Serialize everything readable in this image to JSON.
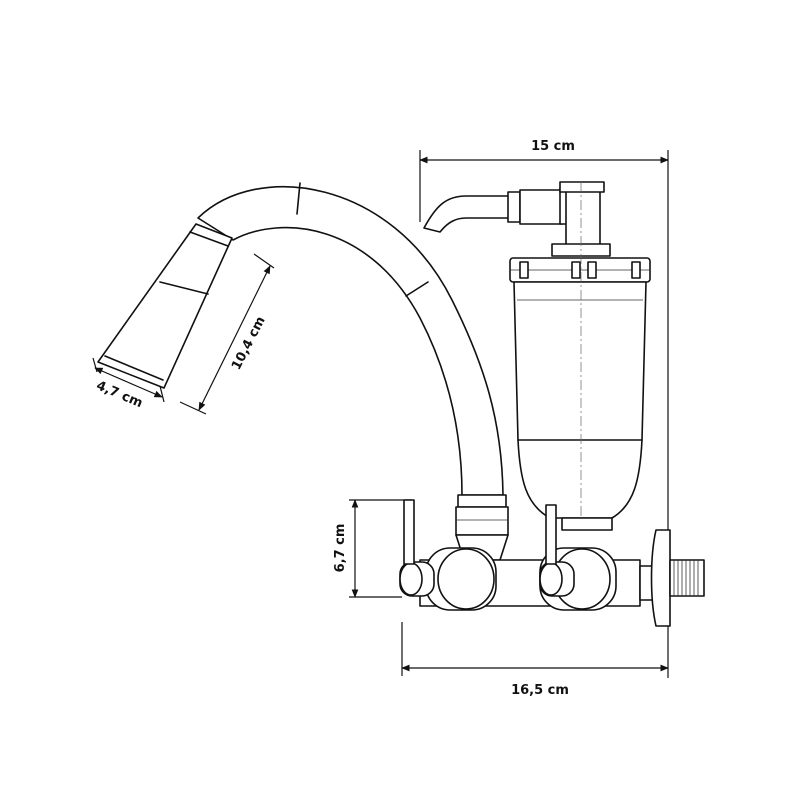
{
  "dimensions": {
    "top_width": "15 cm",
    "bottom_width": "16,5 cm",
    "spout_height": "10,4 cm",
    "spout_width": "4,7 cm",
    "lever_height": "6,7 cm"
  },
  "colors": {
    "line": "#111111",
    "background": "#ffffff"
  }
}
